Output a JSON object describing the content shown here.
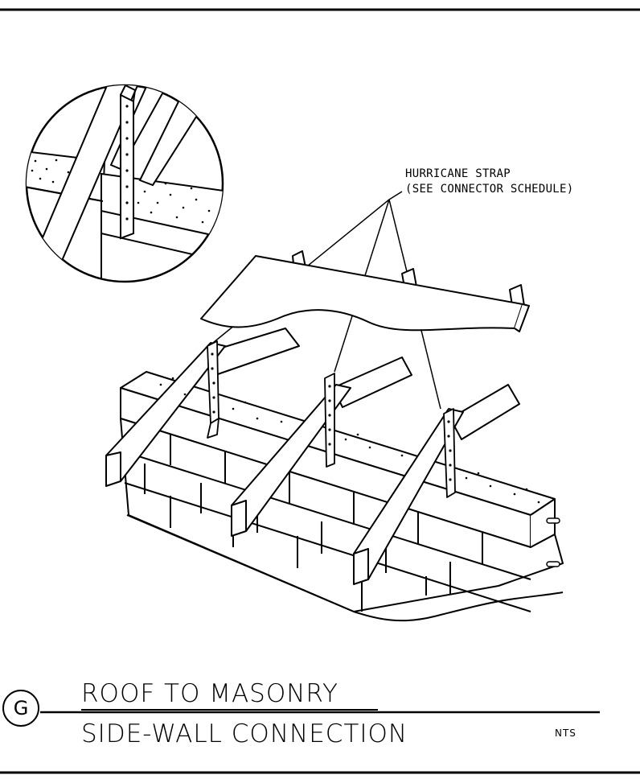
{
  "callout": {
    "line1": "HURRICANE STRAP",
    "line2": "(SEE CONNECTOR SCHEDULE)"
  },
  "title_block": {
    "detail_letter": "G",
    "title_line1": "ROOF TO MASONRY",
    "title_line2": "SIDE-WALL CONNECTION",
    "scale_note": "NTS"
  }
}
